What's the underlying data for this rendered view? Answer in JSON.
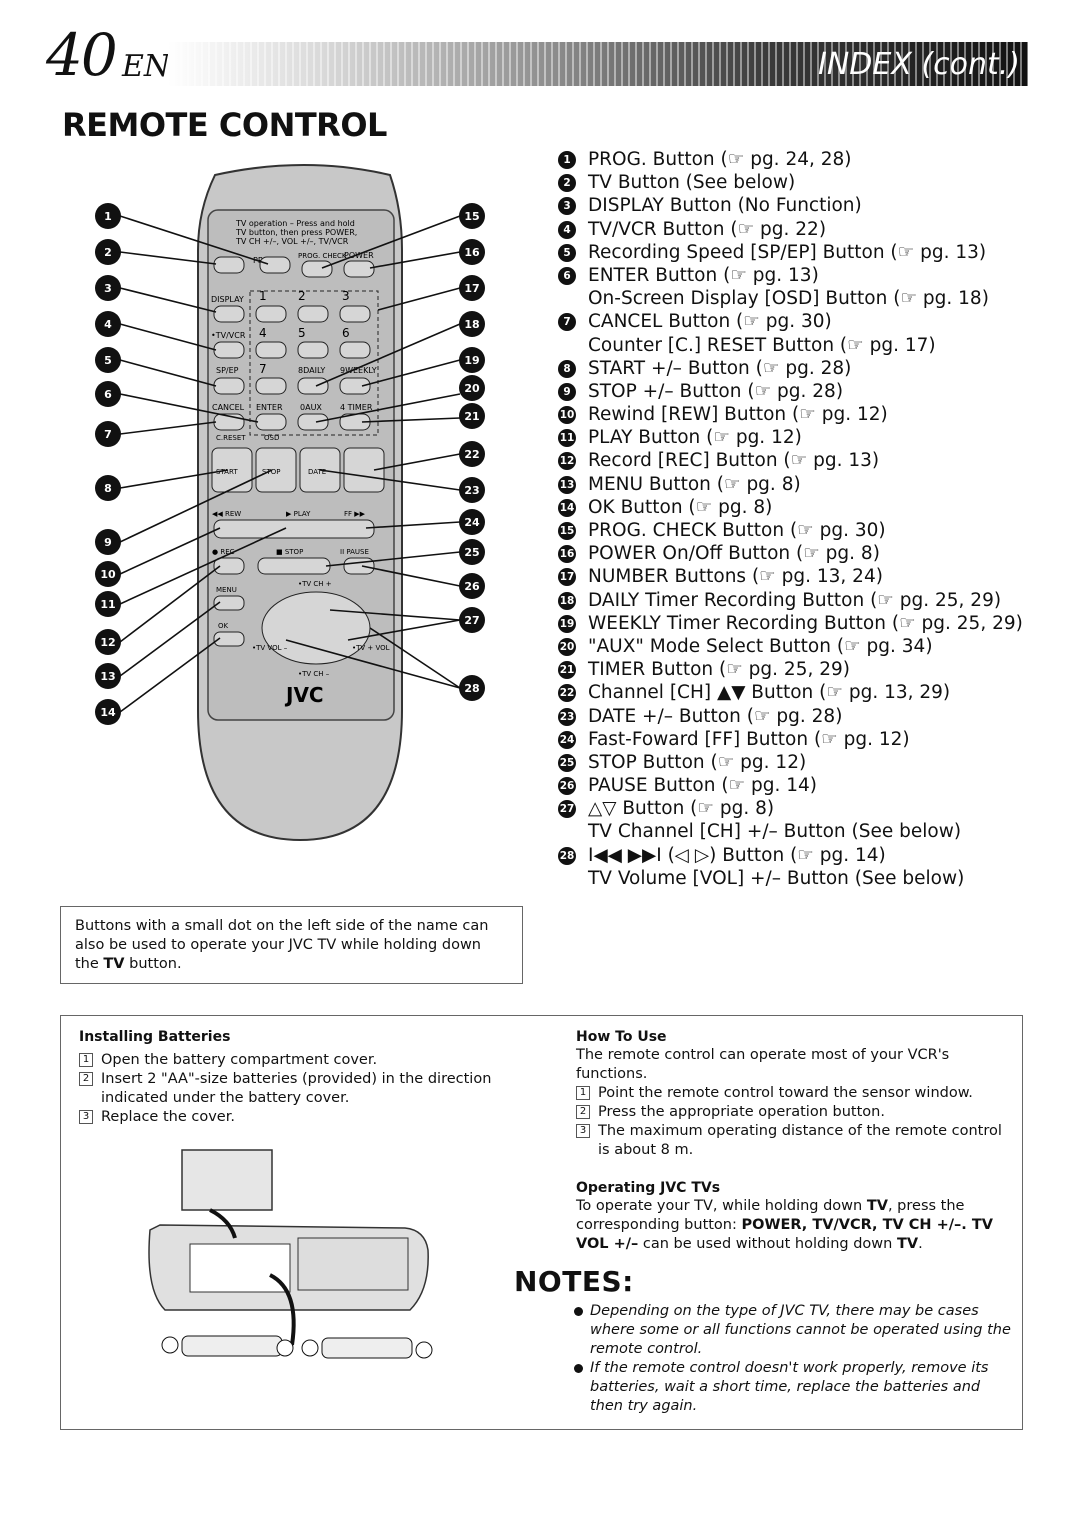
{
  "header": {
    "page_number": "40",
    "lang": "EN",
    "section": "INDEX (cont.)"
  },
  "title": "REMOTE CONTROL",
  "remote": {
    "top_note_line1": "TV operation – Press and hold",
    "top_note_line2": "TV button, then press POWER,",
    "top_note_line3": "TV CH +/–, VOL +/–, TV/VCR",
    "labels": {
      "prog": "PROG.",
      "prog_check": "PROG. CHECK",
      "power": "POWER",
      "display": "DISPLAY",
      "tvvcr": "•TV/VCR",
      "spep": "SP/EP",
      "cancel": "CANCEL",
      "enter": "ENTER",
      "creset": "C.RESET",
      "osd": "OSD",
      "start": "START",
      "stop_pm": "STOP",
      "date": "DATE",
      "rew": "◀◀ REW",
      "play": "▶ PLAY",
      "ff": "FF ▶▶",
      "rec": "● REC",
      "stop": "■ STOP",
      "pause": "II PAUSE",
      "menu": "MENU",
      "ok": "OK",
      "tvch_up": "•TV CH +",
      "tvch_dn": "•TV CH –",
      "tv_vol_dn": "•TV VOL –",
      "tv_vol_up": "•TV + VOL",
      "aux": "0AUX",
      "timer": "4 TIMER",
      "daily": "8DAILY",
      "weekly": "9WEEKLY",
      "brand": "JVC",
      "d1": "1",
      "d2": "2",
      "d3": "3",
      "d4": "4",
      "d5": "5",
      "d6": "6",
      "d7": "7"
    },
    "callouts_left": [
      "1",
      "2",
      "3",
      "4",
      "5",
      "6",
      "7",
      "8",
      "9",
      "10",
      "11",
      "12",
      "13",
      "14"
    ],
    "callouts_right": [
      "15",
      "16",
      "17",
      "18",
      "19",
      "20",
      "21",
      "22",
      "23",
      "24",
      "25",
      "26",
      "27",
      "28"
    ]
  },
  "index": [
    {
      "n": "1",
      "text": "PROG. Button (☞ pg. 24, 28)"
    },
    {
      "n": "2",
      "text": "TV Button (See below)"
    },
    {
      "n": "3",
      "text": "DISPLAY Button (No Function)"
    },
    {
      "n": "4",
      "text": "TV/VCR Button (☞ pg. 22)"
    },
    {
      "n": "5",
      "text": "Recording Speed [SP/EP] Button (☞ pg. 13)"
    },
    {
      "n": "6",
      "text": "ENTER Button (☞ pg. 13)"
    },
    {
      "n": "",
      "text": "On-Screen Display [OSD] Button (☞ pg. 18)"
    },
    {
      "n": "7",
      "text": "CANCEL Button (☞ pg. 30)"
    },
    {
      "n": "",
      "text": "Counter [C.] RESET Button (☞ pg. 17)"
    },
    {
      "n": "8",
      "text": "START +/– Button (☞ pg. 28)"
    },
    {
      "n": "9",
      "text": "STOP +/– Button (☞ pg. 28)"
    },
    {
      "n": "10",
      "text": "Rewind [REW] Button (☞ pg. 12)"
    },
    {
      "n": "11",
      "text": "PLAY Button (☞ pg. 12)"
    },
    {
      "n": "12",
      "text": "Record [REC] Button (☞ pg. 13)"
    },
    {
      "n": "13",
      "text": "MENU Button (☞ pg. 8)"
    },
    {
      "n": "14",
      "text": "OK Button (☞ pg. 8)"
    },
    {
      "n": "15",
      "text": "PROG. CHECK Button (☞ pg. 30)"
    },
    {
      "n": "16",
      "text": "POWER On/Off Button (☞ pg. 8)"
    },
    {
      "n": "17",
      "text": "NUMBER Buttons (☞ pg. 13, 24)"
    },
    {
      "n": "18",
      "text": "DAILY Timer Recording Button (☞ pg. 25, 29)"
    },
    {
      "n": "19",
      "text": "WEEKLY Timer Recording Button (☞ pg. 25, 29)"
    },
    {
      "n": "20",
      "text": "\"AUX\" Mode Select Button (☞ pg. 34)"
    },
    {
      "n": "21",
      "text": "TIMER Button (☞ pg. 25, 29)"
    },
    {
      "n": "22",
      "text": "Channel [CH] ▲▼ Button (☞ pg. 13, 29)"
    },
    {
      "n": "23",
      "text": "DATE +/– Button (☞ pg. 28)"
    },
    {
      "n": "24",
      "text": "Fast-Foward [FF] Button (☞ pg. 12)"
    },
    {
      "n": "25",
      "text": "STOP Button (☞ pg. 12)"
    },
    {
      "n": "26",
      "text": "PAUSE Button (☞ pg. 14)"
    },
    {
      "n": "27",
      "text": "△▽ Button (☞ pg. 8)"
    },
    {
      "n": "",
      "text": "TV Channel [CH] +/– Button (See below)"
    },
    {
      "n": "28",
      "text": "I◀◀ ▶▶I (◁ ▷) Button (☞ pg. 14)"
    },
    {
      "n": "",
      "text": "TV Volume [VOL] +/– Button (See below)"
    }
  ],
  "dot_note": {
    "line1": "Buttons with a small dot on the left side of the name can",
    "line2": "also be used to operate your JVC TV while holding down",
    "line3a": "the ",
    "line3b": "TV",
    "line3c": " button."
  },
  "installing": {
    "heading": "Installing Batteries",
    "steps": [
      {
        "n": "1",
        "text": "Open the battery compartment cover."
      },
      {
        "n": "2",
        "text": "Insert 2 \"AA\"-size batteries (provided) in the direction indicated under the battery cover."
      },
      {
        "n": "3",
        "text": "Replace the cover."
      }
    ]
  },
  "how_to_use": {
    "heading": "How To Use",
    "intro": "The remote control can operate most of your VCR's functions.",
    "steps": [
      {
        "n": "1",
        "text": "Point the remote control toward the sensor window."
      },
      {
        "n": "2",
        "text": "Press the appropriate operation button."
      },
      {
        "n": "3",
        "text": "The maximum operating distance of the remote control is about 8 m."
      }
    ]
  },
  "operating_jvc": {
    "heading": "Operating JVC TVs",
    "p1": "To operate your TV, while holding down ",
    "p1b": "TV",
    "p1c": ", press the corresponding button: ",
    "p1d": "POWER, TV/VCR, TV CH +/–. TV VOL +/–",
    "p1e": " can be used without holding down ",
    "p1f": "TV",
    "p1g": "."
  },
  "notes": {
    "title": "NOTES:",
    "items": [
      "Depending on the type of JVC TV, there may be cases where some or all functions cannot be operated using the remote control.",
      "If the remote control doesn't work properly, remove its batteries, wait a short time, replace the batteries and then try again."
    ]
  }
}
